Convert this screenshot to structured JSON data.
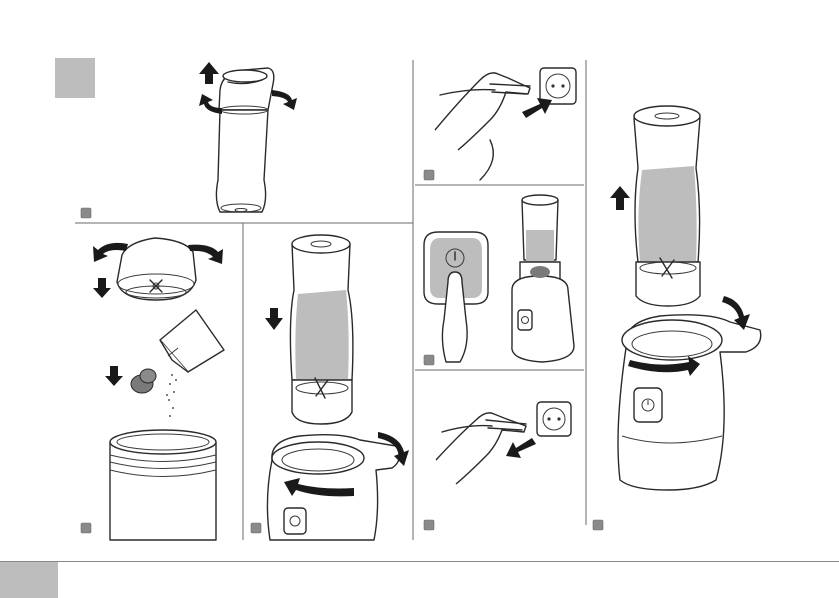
{
  "document": {
    "type": "instruction-illustration",
    "panels": [
      {
        "id": "remove-lid",
        "marker": "gray-square-marker"
      },
      {
        "id": "fill-ingredients",
        "marker": "gray-square-marker"
      },
      {
        "id": "mount-bottle",
        "marker": "gray-square-marker"
      },
      {
        "id": "plug-in",
        "marker": "gray-square-marker"
      },
      {
        "id": "press-button",
        "marker": "gray-square-marker"
      },
      {
        "id": "unplug",
        "marker": "gray-square-marker"
      },
      {
        "id": "remove-bottle",
        "marker": "gray-square-marker"
      }
    ],
    "colors": {
      "line": "#2a2a2a",
      "shade": "#bdbdbd",
      "arrow": "#1a1a1a",
      "marker": "#8a8a8a"
    }
  }
}
